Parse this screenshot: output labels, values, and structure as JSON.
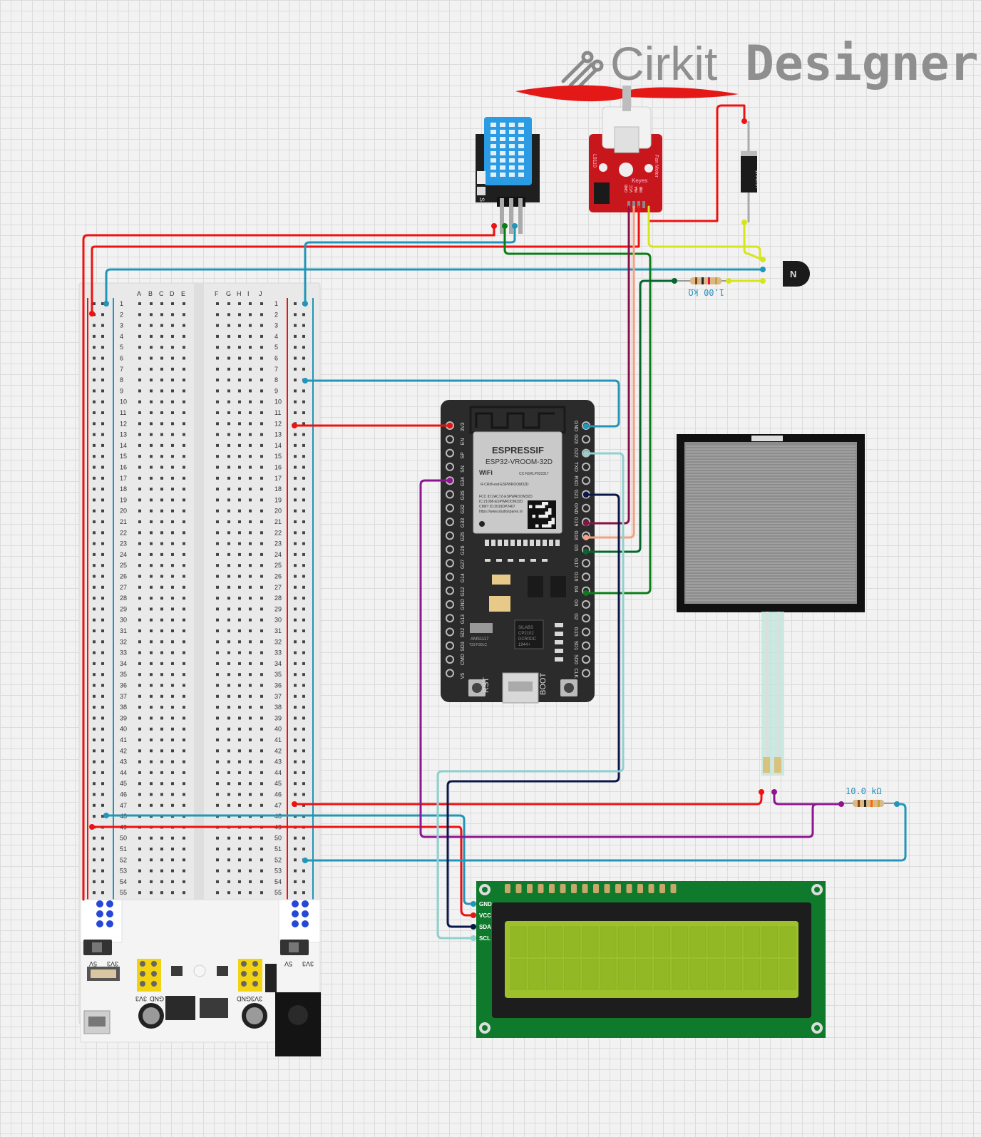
{
  "watermark": {
    "brand": "Cirkit",
    "product": "Designer"
  },
  "breadboard": {
    "left_cols": [
      "A",
      "B",
      "C",
      "D",
      "E"
    ],
    "right_cols": [
      "F",
      "G",
      "H",
      "I",
      "J"
    ],
    "row_count": 58
  },
  "power_module": {
    "left_jumper": [
      "5V",
      "3V3"
    ],
    "right_jumper": [
      "5V",
      "3V3"
    ],
    "left_out": [
      "3V3",
      "GND"
    ],
    "right_out": [
      "GND",
      "3V3"
    ]
  },
  "dht": {
    "label": "S"
  },
  "fan": {
    "name": "Fan Motor",
    "brand": "Keyes",
    "chip": "L9110",
    "pins": [
      "GND",
      "VCC",
      "INA",
      "INB"
    ]
  },
  "diode": {
    "label": "1N4007"
  },
  "r1": {
    "label": "1.00 kΩ"
  },
  "r2": {
    "label": "10.0 kΩ"
  },
  "esp32": {
    "brand": "ESPRESSIF",
    "module": "ESP32-VROOM-32D",
    "wifi": "WiFi",
    "cert": "CC-N1RLP022317",
    "fcc_lines": [
      "R-CRM-esd-ESPWROOM32D",
      "FCC ID:2AC7Z-ESPWROOM32D",
      "IC:21098-ESPWROOM32D",
      "CMIIT ID:2019DP2467",
      "https://www.studiospares.nl"
    ],
    "reg_chip": "AMS1117",
    "reg_sub": "T33 F30LC",
    "usb_chip": [
      "SILABS",
      "CP2102",
      "DCR0DC",
      "1944+"
    ],
    "left_pins": [
      "3V3",
      "EN",
      "SP",
      "SN",
      "G34",
      "G35",
      "G32",
      "G33",
      "G25",
      "G26",
      "G27",
      "G14",
      "G12",
      "GND",
      "G13",
      "SD2",
      "SD3",
      "CMD",
      "V5"
    ],
    "right_pins": [
      "GND",
      "G23",
      "G22",
      "TXD",
      "RXD",
      "G21",
      "GND",
      "G19",
      "G18",
      "G5",
      "G17",
      "G16",
      "G4",
      "G0",
      "G2",
      "G15",
      "SD1",
      "SD0",
      "CLK"
    ],
    "rst": "RST",
    "boot": "BOOT"
  },
  "lcd": {
    "pins": [
      "GND",
      "VCC",
      "SDA",
      "SCL"
    ]
  },
  "colors": {
    "red": "#ee1111",
    "blue": "#2196b8",
    "green": "#0a7d18",
    "darkgreen": "#06662e",
    "yellow": "#d7e51c",
    "purple": "#8e1590",
    "maroon": "#8a1148",
    "salmon": "#f3a083",
    "navy": "#0b1748",
    "lightblue": "#8fd0d0"
  }
}
